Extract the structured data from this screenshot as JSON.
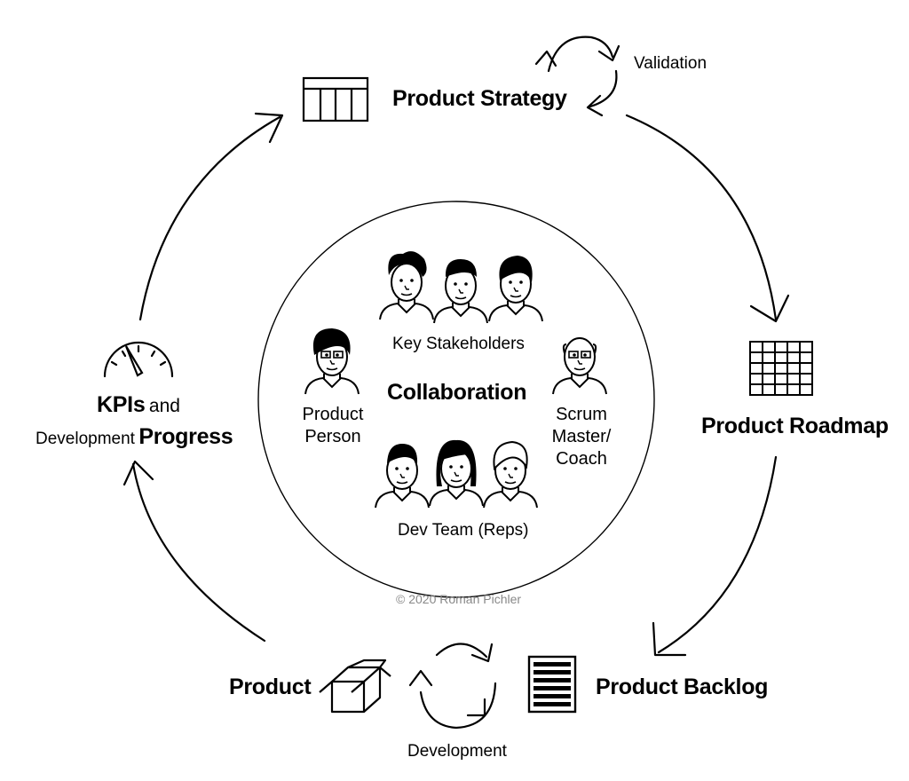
{
  "diagram": {
    "center_title": "Collaboration",
    "groups": {
      "key_stakeholders": "Key Stakeholders",
      "product_person_line1": "Product",
      "product_person_line2": "Person",
      "scrum_line1": "Scrum",
      "scrum_line2": "Master/",
      "scrum_line3": "Coach",
      "dev_team": "Dev Team (Reps)"
    },
    "cycle": {
      "product_strategy": "Product Strategy",
      "validation": "Validation",
      "product_roadmap": "Product Roadmap",
      "product_backlog": "Product Backlog",
      "development": "Development",
      "product": "Product",
      "kpis": "KPIs",
      "and": "and",
      "development_word": "Development",
      "progress": "Progress"
    },
    "copyright": "© 2020 Roman Pichler"
  }
}
